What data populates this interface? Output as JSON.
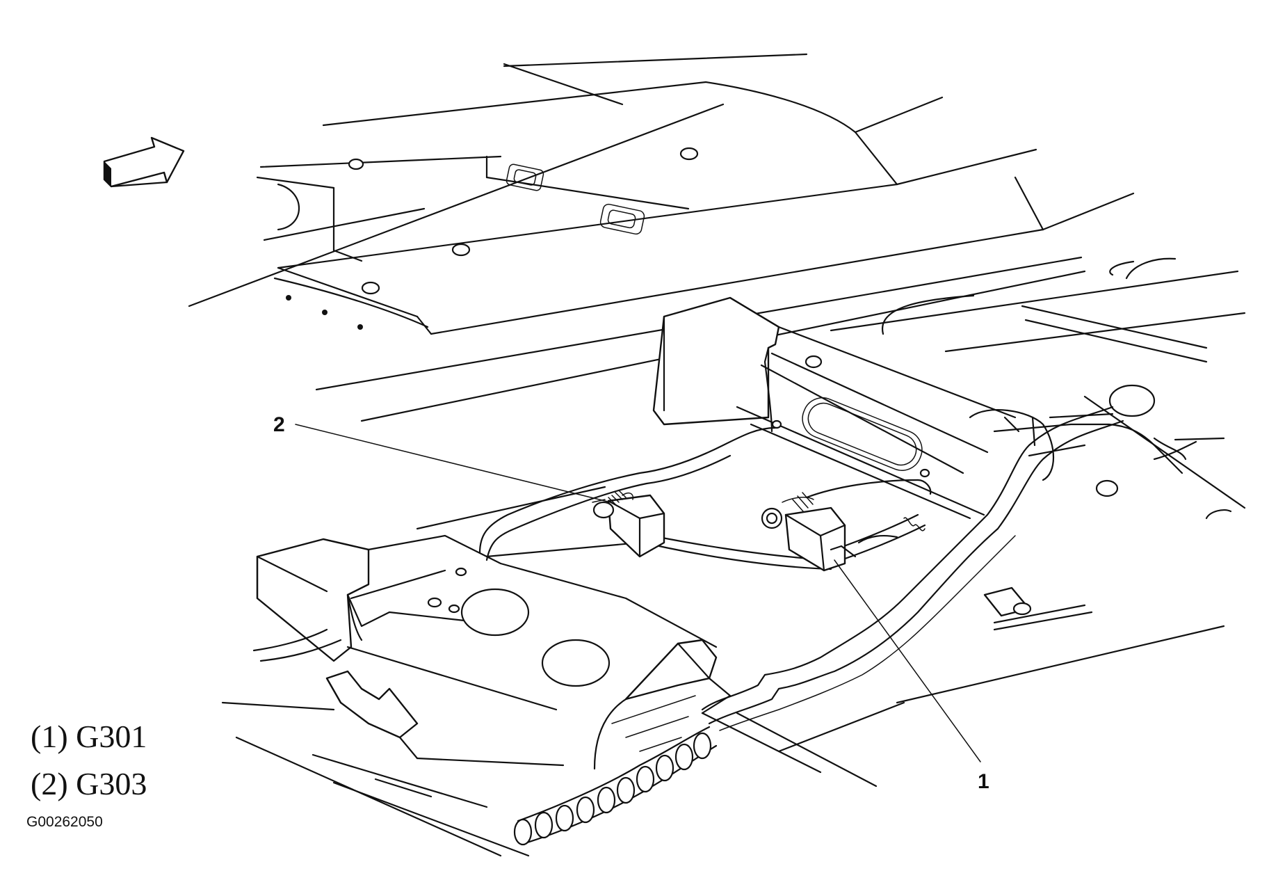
{
  "callouts": {
    "one": "1",
    "two": "2"
  },
  "legend": [
    {
      "number": "(1)",
      "code": "G301",
      "text": "(1) G301"
    },
    {
      "number": "(2)",
      "code": "G303",
      "text": "(2) G303"
    }
  ],
  "figure_id": "G00262050",
  "icons": {
    "direction_arrow": "forward-direction-arrow-icon"
  }
}
